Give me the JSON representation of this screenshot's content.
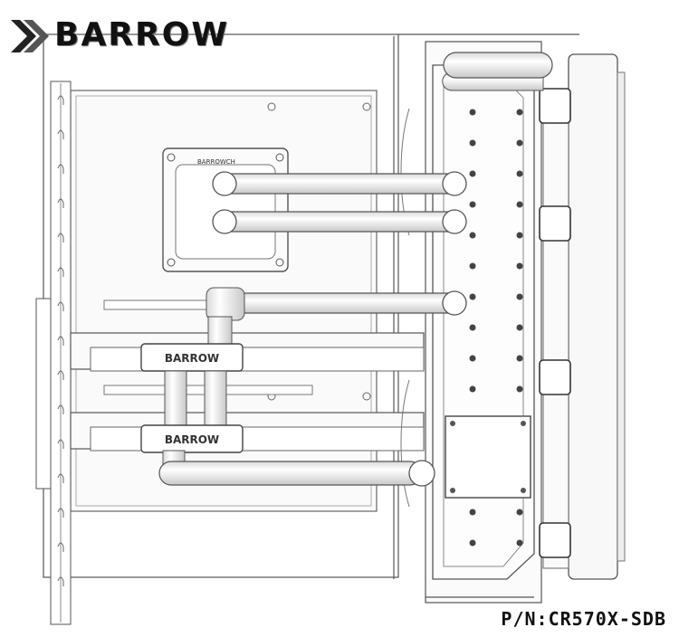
{
  "brand": {
    "name": "BARROW"
  },
  "cpu_block": {
    "label": "BARROWCH"
  },
  "gpu_bridges": [
    {
      "label": "BARROW"
    },
    {
      "label": "BARROW"
    }
  ],
  "part_number": "P/N:CR570X-SDB",
  "colors": {
    "line": "#555555",
    "tube": "#f2f2f2",
    "frame": "#f7f7f7",
    "logo": "#333333"
  }
}
